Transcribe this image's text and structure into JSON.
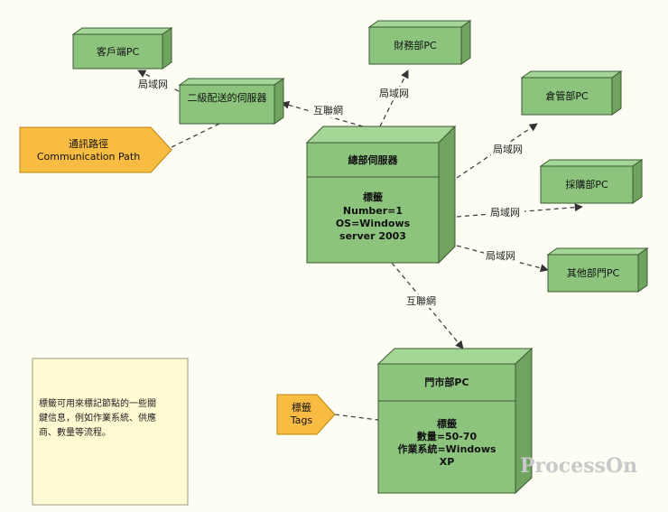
{
  "nodes": {
    "client_pc": "客戶端PC",
    "second_server": "二級配送的伺服器",
    "finance_pc": "財務部PC",
    "warehouse_pc": "倉管部PC",
    "purchasing_pc": "採購部PC",
    "other_pc": "其他部門PC",
    "hq_server": {
      "title": "總部伺服器",
      "tag_title": "標籤",
      "tag_lines": [
        "Number=1",
        "OS=Windows",
        "server 2003"
      ]
    },
    "store_pc": {
      "title": "門市部PC",
      "tag_title": "標籤",
      "tag_lines": [
        "數量=50-70",
        "作業系統=Windows",
        "XP"
      ]
    }
  },
  "callouts": {
    "path_line1": "通訊路徑",
    "path_line2": "Communication Path",
    "tags_line1": "標籤",
    "tags_line2": "Tags"
  },
  "edges": {
    "lan1": "局域网",
    "lan2": "局域网",
    "lan3": "局域网",
    "lan4": "局域网",
    "lan5": "局域网",
    "internet1": "互聯網",
    "internet2": "互聯網"
  },
  "note": "標籤可用來標記節點的一些關鍵信息，例如作業系統、供應商、數量等流程。",
  "watermark": "ProcessOn",
  "colors": {
    "node_fill": "#8cc47d",
    "node_top": "#a4d696",
    "node_side": "#6fa35f",
    "node_border": "#3d5a32",
    "callout_fill": "#f9bc43",
    "note_fill": "#fffad2",
    "background": "#fdfdf3"
  }
}
